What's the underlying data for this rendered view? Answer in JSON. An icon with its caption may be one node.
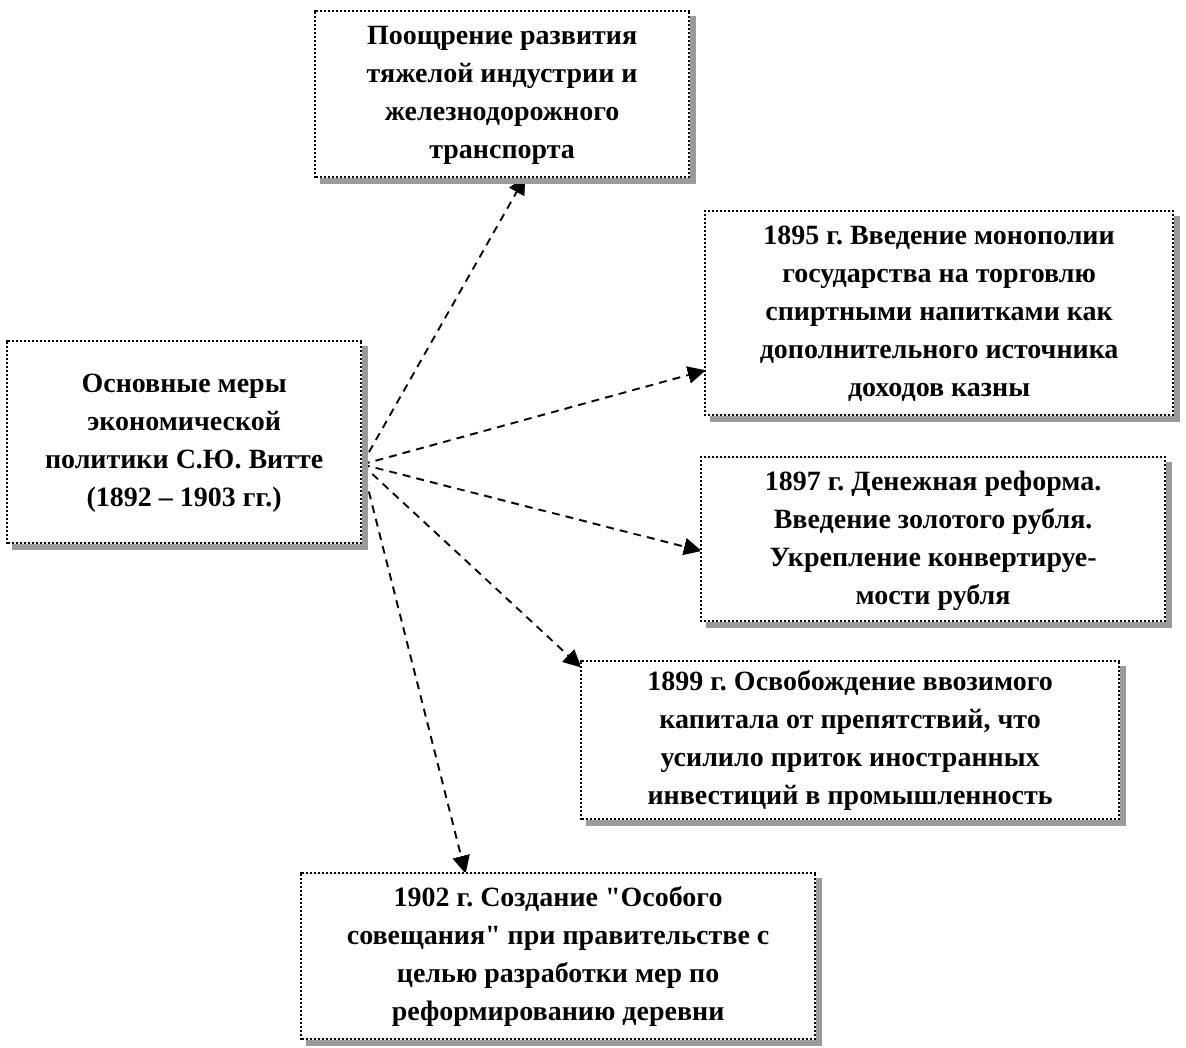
{
  "diagram": {
    "nodes": [
      {
        "text": [
          "Основные меры экономической политики С.Ю. Витте (1892 – 1903 гг.)"
        ]
      },
      {
        "text": [
          "Поощрение развития тяжелой индустрии и железнодорожного транспорта"
        ]
      },
      {
        "text": [
          "1895 г. Введение монополии государства на торговлю спиртными напитками как дополнительного источника доходов казны"
        ]
      },
      {
        "text": [
          "1897 г. Денежная реформа. Введение золотого рубля. Укрепление конвертируе- мости рубля"
        ]
      },
      {
        "text": [
          "1899 г. Освобождение ввозимого капитала от препятствий, что усилило приток иностранных инвестиций в промышленность"
        ]
      },
      {
        "text": [
          "1902 г. Создание \"Особого совещания\" при правительстве с целью разработки мер по реформированию деревни"
        ]
      }
    ],
    "edges": [
      {
        "from": 0,
        "to": 1,
        "arrow": "to",
        "style": "dashed"
      },
      {
        "from": 0,
        "to": 2,
        "arrow": "to",
        "style": "dashed"
      },
      {
        "from": 0,
        "to": 3,
        "arrow": "to",
        "style": "dashed"
      },
      {
        "from": 0,
        "to": 4,
        "arrow": "to",
        "style": "dashed"
      },
      {
        "from": 0,
        "to": 5,
        "arrow": "to",
        "style": "dashed"
      }
    ]
  }
}
